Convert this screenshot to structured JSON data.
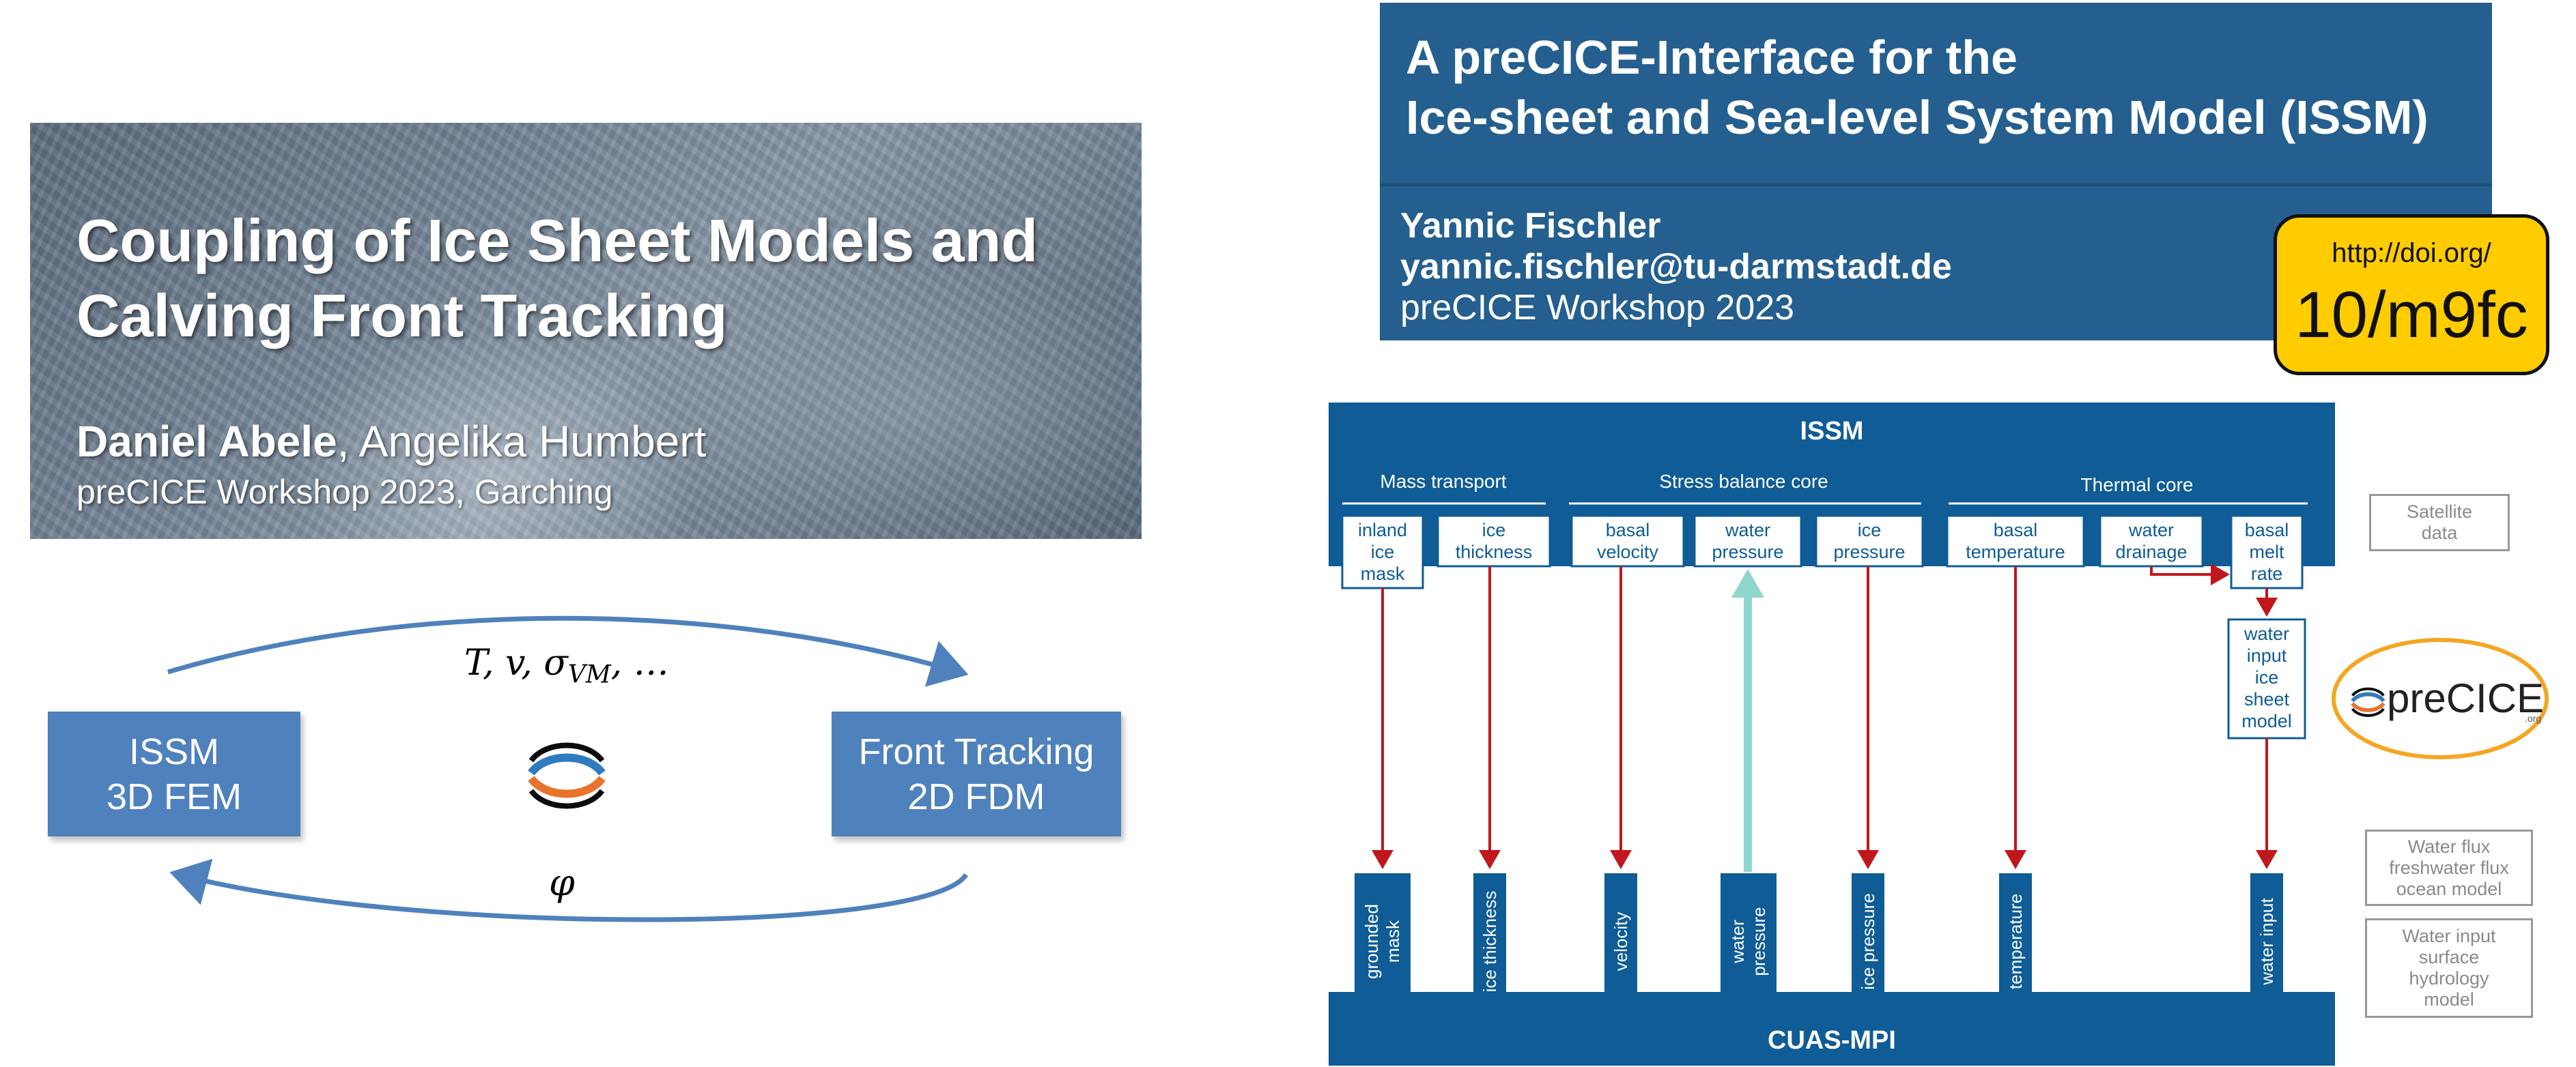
{
  "left_slide": {
    "title_line1": "Coupling of Ice Sheet Models and",
    "title_line2": "Calving Front Tracking",
    "author_bold": "Daniel Abele",
    "author_rest": ", Angelika Humbert",
    "venue": "preCICE Workshop 2023, Garching"
  },
  "coupling": {
    "left_box_line1": "ISSM",
    "left_box_line2": "3D FEM",
    "right_box_line1": "Front Tracking",
    "right_box_line2": "2D FDM",
    "top_label": "T, v, σ",
    "top_label_sub": "VM",
    "top_label_tail": ", …",
    "bottom_label": "φ"
  },
  "right_header": {
    "title_line1": "A preCICE-Interface for the",
    "title_line2": "Ice-sheet and Sea-level System Model (ISSM)",
    "name": "Yannic Fischler",
    "email": "yannic.fischler@tu-darmstadt.de",
    "venue": "preCICE Workshop 2023"
  },
  "doi": {
    "url": "http://doi.org/",
    "code": "10/m9fc"
  },
  "schematic": {
    "top_title": "ISSM",
    "bottom_title": "CUAS-MPI",
    "groups": [
      "Mass transport",
      "Stress balance core",
      "Thermal core"
    ],
    "issm_vars": [
      [
        "inland",
        "ice",
        "mask"
      ],
      [
        "ice",
        "thickness"
      ],
      [
        "basal",
        "velocity"
      ],
      [
        "water",
        "pressure"
      ],
      [
        "ice",
        "pressure"
      ],
      [
        "basal",
        "temperature"
      ],
      [
        "water",
        "drainage"
      ],
      [
        "basal",
        "melt",
        "rate"
      ]
    ],
    "water_input_box": [
      "water",
      "input",
      "ice",
      "sheet",
      "model"
    ],
    "cuas_vars": [
      [
        "grounded",
        "mask"
      ],
      [
        "ice thickness"
      ],
      [
        "velocity"
      ],
      [
        "water",
        "pressure"
      ],
      [
        "ice pressure"
      ],
      [
        "temperature"
      ],
      [
        "water input"
      ]
    ],
    "side_satellite": [
      "Satellite",
      "data"
    ],
    "side_flux": [
      "Water flux",
      "freshwater flux",
      "ocean model"
    ],
    "side_hydro": [
      "Water input",
      "surface",
      "hydrology",
      "model"
    ],
    "logo_text": "preCICE",
    "logo_small": ".org"
  },
  "colors": {
    "issm_blue": "#0f5c96",
    "arrow_red": "#c0171c",
    "arrow_teal": "#8fd6cc",
    "doi_yellow": "#ffcc00",
    "coupling_box": "#4f81bd"
  }
}
